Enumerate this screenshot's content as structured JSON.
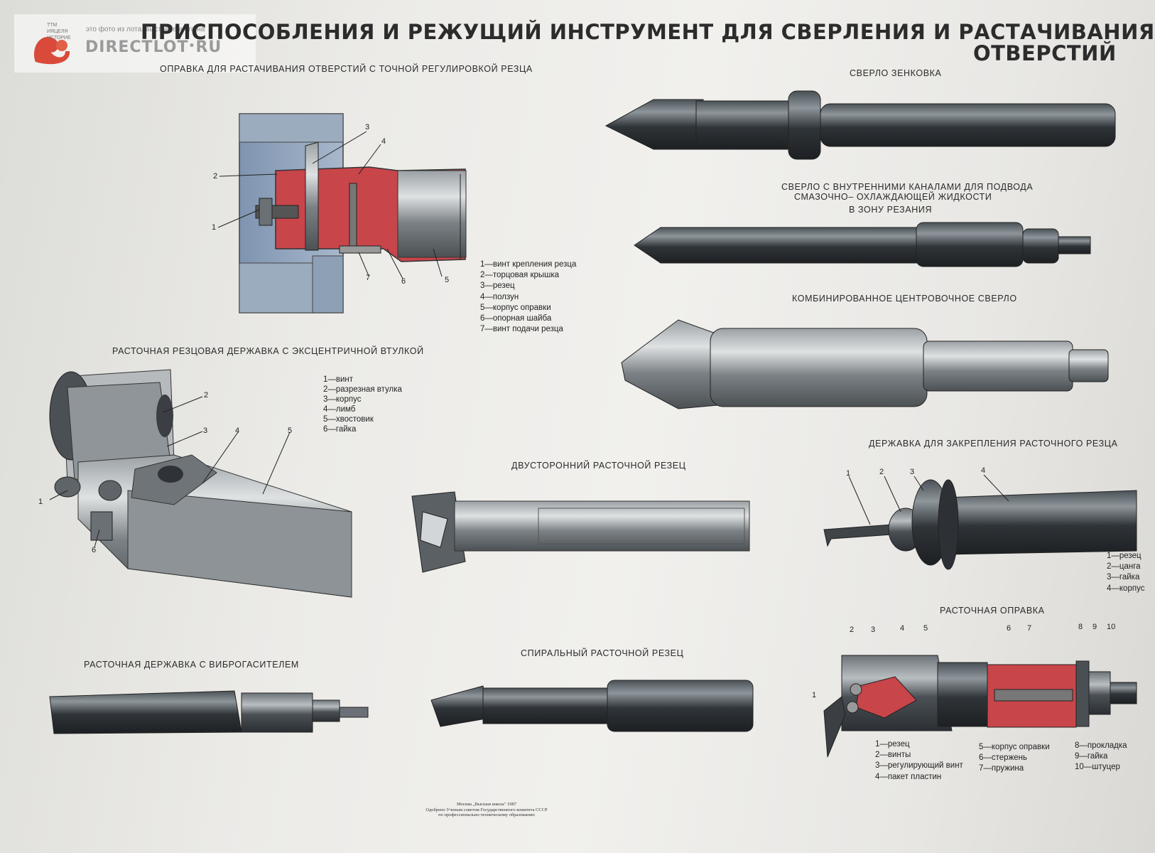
{
  "watermark": {
    "site": "DIRECTLOT",
    "dot": "•",
    "tld": "RU",
    "note": "это фото из лота, выставленного на",
    "logo_text_1": "ТТМ",
    "logo_text_2": "ИЯЦЕЛЯ",
    "logo_text_3": "ИСТОРИЕ"
  },
  "poster": {
    "title_line1": "ПРИСПОСОБЛЕНИЯ И РЕЖУЩИЙ ИНСТРУМЕНТ ДЛЯ СВЕРЛЕНИЯ И РАСТАЧИВАНИЯ",
    "title_line2": "ОТВЕРСТИЙ"
  },
  "sections": {
    "opravka": {
      "caption": "ОПРАВКА ДЛЯ РАСТАЧИВАНИЯ ОТВЕРСТИЙ С ТОЧНОЙ РЕГУЛИРОВКОЙ РЕЗЦА",
      "callouts": [
        "1",
        "2",
        "3",
        "4",
        "5",
        "6",
        "7"
      ],
      "legend": [
        "1—винт крепления резца",
        "2—торцовая крышка",
        "3—резец",
        "4—ползун",
        "5—корпус оправки",
        "6—опорная шайба",
        "7—винт подачи резца"
      ]
    },
    "derzhavka_ecc": {
      "caption": "РАСТОЧНАЯ РЕЗЦОВАЯ ДЕРЖАВКА С ЭКСЦЕНТРИЧНОЙ ВТУЛКОЙ",
      "callouts": [
        "1",
        "2",
        "3",
        "4",
        "5",
        "6"
      ],
      "legend": [
        "1—винт",
        "2—разрезная втулка",
        "3—корпус",
        "4—лимб",
        "5—хвостовик",
        "6—гайка"
      ]
    },
    "vibro": {
      "caption": "РАСТОЧНАЯ ДЕРЖАВКА С ВИБРОГАСИТЕЛЕМ"
    },
    "dvust": {
      "caption": "ДВУСТОРОННИЙ РАСТОЧНОЙ РЕЗЕЦ"
    },
    "spiral": {
      "caption": "СПИРАЛЬНЫЙ РАСТОЧНОЙ РЕЗЕЦ"
    },
    "zenk": {
      "caption": "СВЕРЛО ЗЕНКОВКА"
    },
    "kanaly": {
      "caption_l1": "СВЕРЛО С ВНУТРЕННИМИ КАНАЛАМИ ДЛЯ ПОДВОДА",
      "caption_l2": "СМАЗОЧНО– ОХЛАЖДАЮЩЕЙ ЖИДКОСТИ",
      "caption_l3": "В ЗОНУ РЕЗАНИЯ"
    },
    "centr": {
      "caption": "КОМБИНИРОВАННОЕ ЦЕНТРОВОЧНОЕ СВЕРЛО"
    },
    "derzh_rezca": {
      "caption": "ДЕРЖАВКА ДЛЯ ЗАКРЕПЛЕНИЯ РАСТОЧНОГО РЕЗЦА",
      "callouts": [
        "1",
        "2",
        "3",
        "4"
      ],
      "legend": [
        "1—резец",
        "2—цанга",
        "3—гайка",
        "4—корпус"
      ]
    },
    "rast_opravka": {
      "caption": "РАСТОЧНАЯ ОПРАВКА",
      "callouts": [
        "1",
        "2",
        "3",
        "4",
        "5",
        "6",
        "7",
        "8",
        "9",
        "10"
      ],
      "legend_a": [
        "1—резец",
        "2—винты",
        "3—регулирующий винт",
        "4—пакет пластин"
      ],
      "legend_b": [
        "5—корпус оправки",
        "6—стержень",
        "7—пружина"
      ],
      "legend_c": [
        "8—прокладка",
        "9—гайка",
        "10—штуцер"
      ]
    }
  },
  "imprint": {
    "publisher_l1": "Москва „Высшая школа\" 1987",
    "publisher_l2": "Одобрено Ученым советом Государственного комитета СССР",
    "publisher_l3": "по профессионально-техническому образованию"
  },
  "colors": {
    "red": "#c8454a",
    "blue": "#8fa3bd",
    "steel": "#3e4347"
  }
}
